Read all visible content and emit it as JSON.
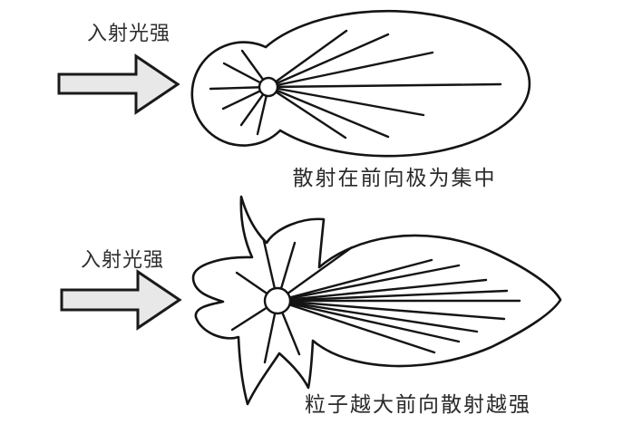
{
  "figure": {
    "background_color": "#ffffff",
    "line_color": "#1a1a1a",
    "arrow_fill": "#e8e8e8",
    "text_color": "#2e2e2e",
    "top_panel": {
      "incident_label": "入射光强",
      "caption": "散射在前向极为集中",
      "description_en": "small particle: forward lobe ellipse with backscatter lobe"
    },
    "bottom_panel": {
      "incident_label": "入射光强",
      "caption": "粒子越大前向散射越强",
      "description_en": "large particle: strong pointed forward lobe with multi-lobed side/back scatter"
    }
  }
}
